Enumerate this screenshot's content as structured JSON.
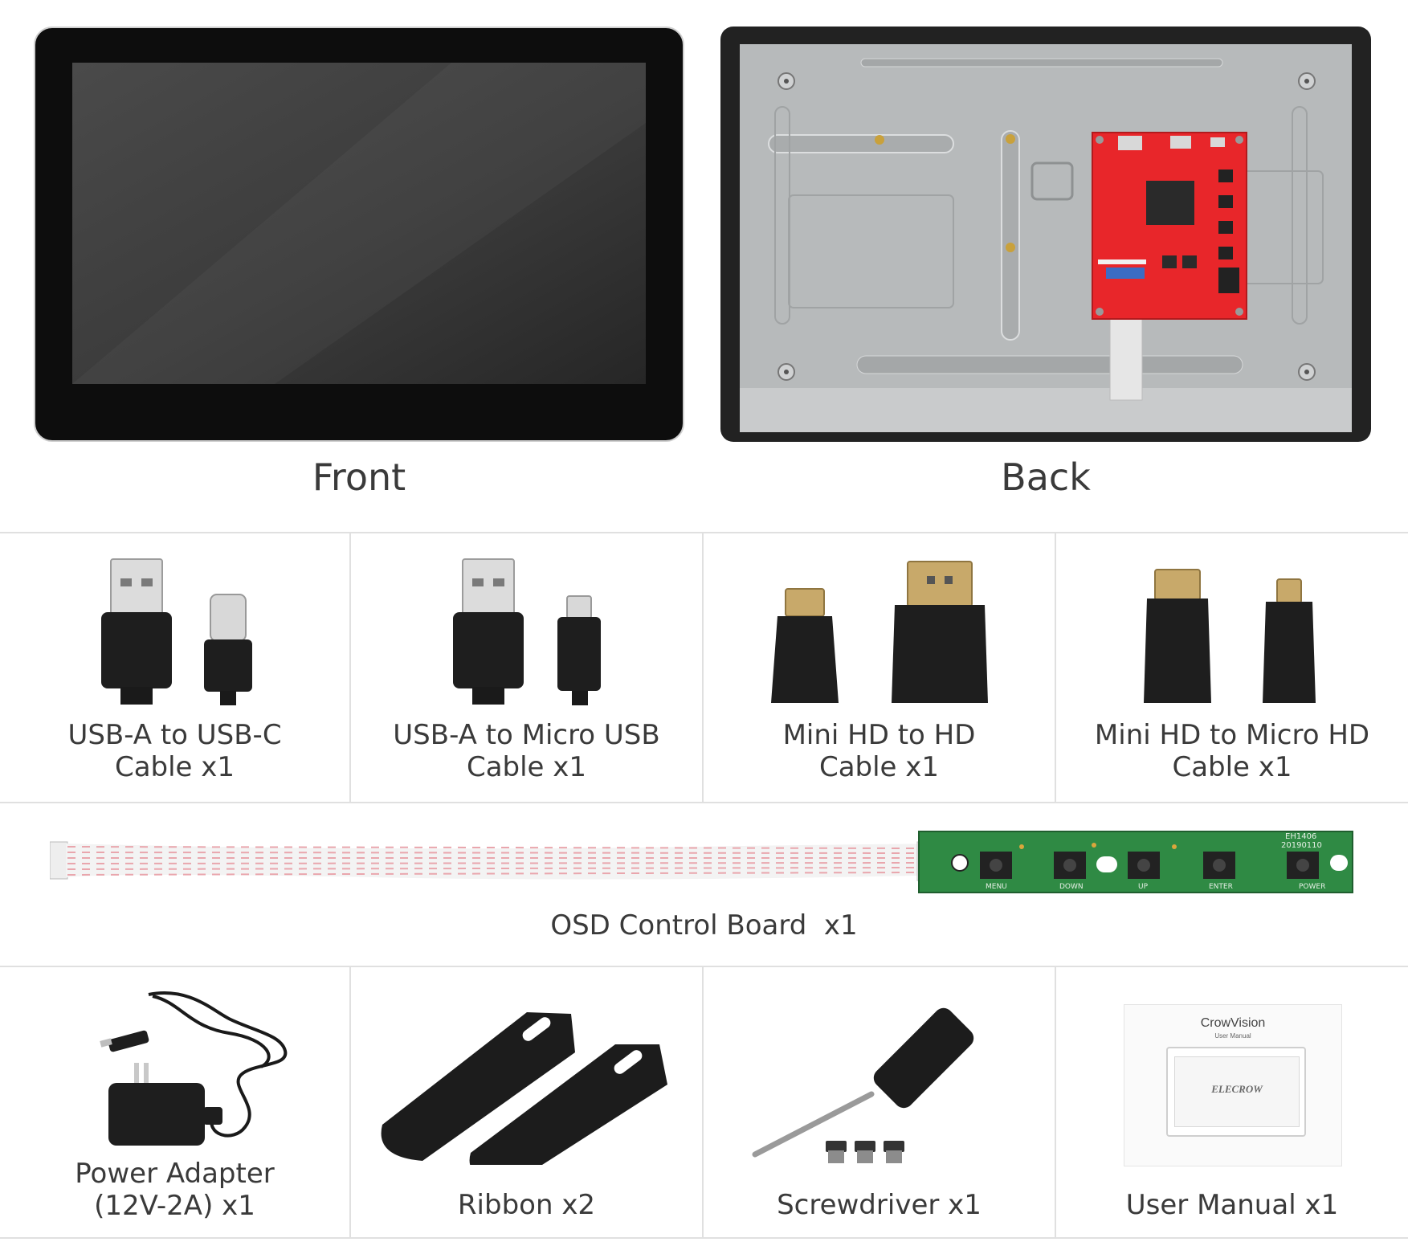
{
  "top": {
    "front_label": "Front",
    "back_label": "Back"
  },
  "items_row1": [
    {
      "caption": "USB-A to USB-C\nCable x1"
    },
    {
      "caption": "USB-A to Micro USB\nCable x1"
    },
    {
      "caption": "Mini HD to HD\nCable x1"
    },
    {
      "caption": "Mini HD to Micro HD\nCable x1"
    }
  ],
  "osd": {
    "caption": "OSD Control Board  x1",
    "pcb_text": {
      "code": "EH1406",
      "date": "20190110",
      "menu": "MENU",
      "down": "DOWN",
      "up": "UP",
      "enter": "ENTER",
      "power": "POWER"
    }
  },
  "items_row3": [
    {
      "caption": "Power Adapter\n(12V-2A) x1"
    },
    {
      "caption": "Ribbon x2"
    },
    {
      "caption": "Screwdriver x1"
    },
    {
      "caption": "User Manual x1"
    }
  ],
  "manual": {
    "brand": "CrowVision",
    "subtitle": "User Manual",
    "logo": "ELECROW"
  },
  "colors": {
    "pcb_red": "#e8262a",
    "pcb_green": "#2f8a44",
    "cable_pink": "#e9a6ad",
    "metal_gray": "#b9bcbd"
  }
}
